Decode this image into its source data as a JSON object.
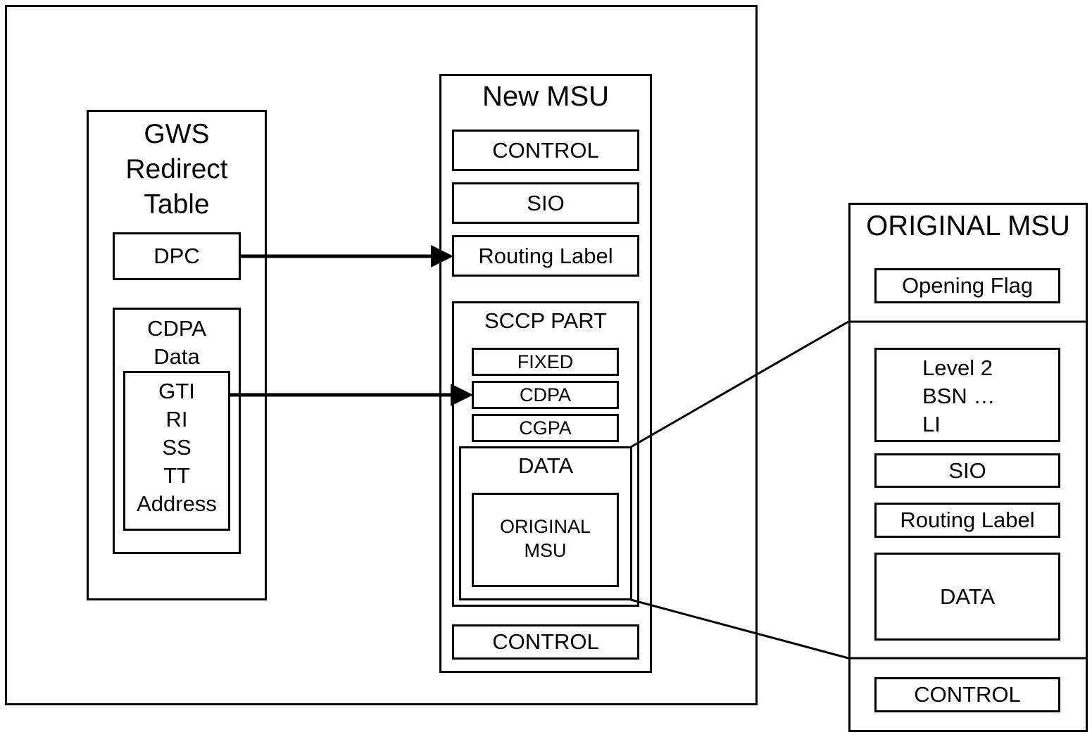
{
  "gws_table": {
    "title": "GWS\nRedirect\nTable",
    "dpc": "DPC",
    "cdpa_data": "CDPA\nData",
    "cdpa_fields": "GTI\nRI\nSS\nTT\nAddress"
  },
  "new_msu": {
    "title": "New MSU",
    "control_top": "CONTROL",
    "sio": "SIO",
    "routing_label": "Routing Label",
    "sccp_part": "SCCP PART",
    "fixed": "FIXED",
    "cdpa": "CDPA",
    "cgpa": "CGPA",
    "data": "DATA",
    "original_msu": "ORIGINAL\nMSU",
    "control_bottom": "CONTROL"
  },
  "original_msu": {
    "title": "ORIGINAL MSU",
    "opening_flag": "Opening Flag",
    "level2": "Level 2\nBSN …\nLI",
    "sio": "SIO",
    "routing_label": "Routing Label",
    "data": "DATA",
    "control": "CONTROL"
  }
}
